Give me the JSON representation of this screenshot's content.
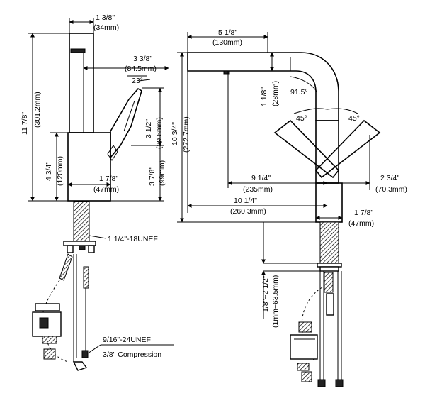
{
  "left_view": {
    "top_width": "1 3/8\"",
    "top_width_mm": "(34mm)",
    "reach": "3 3/8\"",
    "reach_mm": "(84.5mm)",
    "handle_angle": "23°",
    "total_height": "11 7/8\"",
    "total_height_mm": "(301.2mm)",
    "handle_height": "3 1/2\"",
    "handle_height_mm": "(89.6mm)",
    "base_height": "4 3/4\"",
    "base_height_mm": "(120mm)",
    "base_to_handle": "3 7/8\"",
    "base_to_handle_mm": "(99mm)",
    "base_width": "1 7/8\"",
    "base_width_mm": "(47mm)",
    "thread": "1 1/4\"-18UNEF",
    "supply_thread": "9/16\"-24UNEF",
    "compression": "3/8\" Compression"
  },
  "right_view": {
    "spout_reach": "5 1/8\"",
    "spout_reach_mm": "(130mm)",
    "spout_height": "1 1/8\"",
    "spout_height_mm": "(28mm)",
    "spout_angle": "91.5°",
    "total_height": "10 3/4\"",
    "total_height_mm": "(272.7mm)",
    "handle_angle_left": "45°",
    "handle_angle_right": "45°",
    "center_reach": "9 1/4\"",
    "center_reach_mm": "(235mm)",
    "handle_side": "2 3/4\"",
    "handle_side_mm": "(70.3mm)",
    "overall_reach": "10 1/4\"",
    "overall_reach_mm": "(260.3mm)",
    "base_width": "1 7/8\"",
    "base_width_mm": "(47mm)",
    "deck_range": "1/8\"~2 1/2\"",
    "deck_range_mm": "(1mm~63.5mm)"
  }
}
